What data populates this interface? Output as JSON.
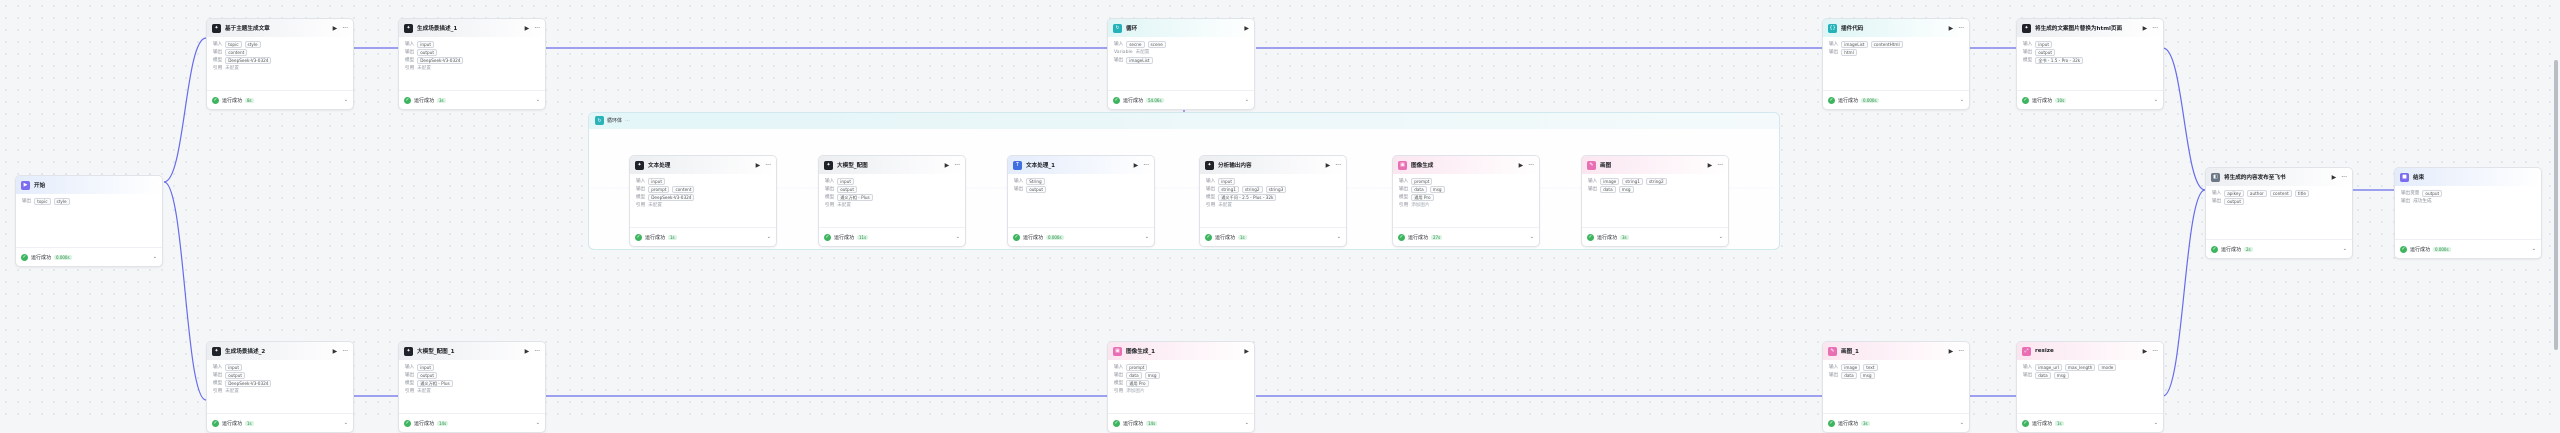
{
  "labels": {
    "input": "输入",
    "output": "输出",
    "model": "模型",
    "ref": "引用",
    "output_var": "输出变量",
    "run_ok": "运行成功",
    "not_configured": "未配置",
    "add_image": "添加图片"
  },
  "colors": {
    "edge": "#4d53e8",
    "success": "#3cb55e"
  },
  "loop": {
    "title": "循环体"
  },
  "nodes": {
    "start": {
      "title": "开始",
      "time": "0.000s"
    },
    "n1": {
      "title": "基于主题生成文章",
      "time": "8s",
      "model": "DeepSeek-V3-0324"
    },
    "n2": {
      "title": "生成场景描述_1",
      "time": "3s",
      "model": "DeepSeek-V3-0324"
    },
    "n3": {
      "title": "生成场景描述_2",
      "time": "1s",
      "model": "DeepSeek-V3-0324"
    },
    "n4": {
      "title": "大模型_配图_1",
      "time": "14s",
      "model": "通义万相 - Plus"
    },
    "loop_node": {
      "title": "循环",
      "time": "54.06s"
    },
    "l1": {
      "title": "文本处理",
      "time": "1s",
      "model": "DeepSeek-V3-0324"
    },
    "l2": {
      "title": "大模型_配图",
      "time": "11s",
      "model": "通义万相 - Plus"
    },
    "l3": {
      "title": "文本处理_1",
      "time": "0.000s"
    },
    "l4": {
      "title": "分析输出内容",
      "time": "1s",
      "model": "通义千问 - 2.5 - Plus - 32k"
    },
    "l5": {
      "title": "图像生成",
      "time": "27s",
      "model": "通用 Pro"
    },
    "l6": {
      "title": "画图",
      "time": "3s"
    },
    "img2": {
      "title": "图像生成_1",
      "time": "14s",
      "model": "通用 Pro"
    },
    "code": {
      "title": "插件代码",
      "time": "0.000s"
    },
    "html": {
      "title": "将生成的文案图片替换为html页面",
      "time": "10s",
      "model": "全书 - 1.5 - Pro - 32k"
    },
    "draw1": {
      "title": "画图_1",
      "time": "3s"
    },
    "resize": {
      "title": "resize",
      "time": "1s"
    },
    "publish": {
      "title": "将生成的内容发布至飞书",
      "time": "2s"
    },
    "end": {
      "title": "结束",
      "time": "0.000s",
      "output": "成功生成"
    }
  }
}
